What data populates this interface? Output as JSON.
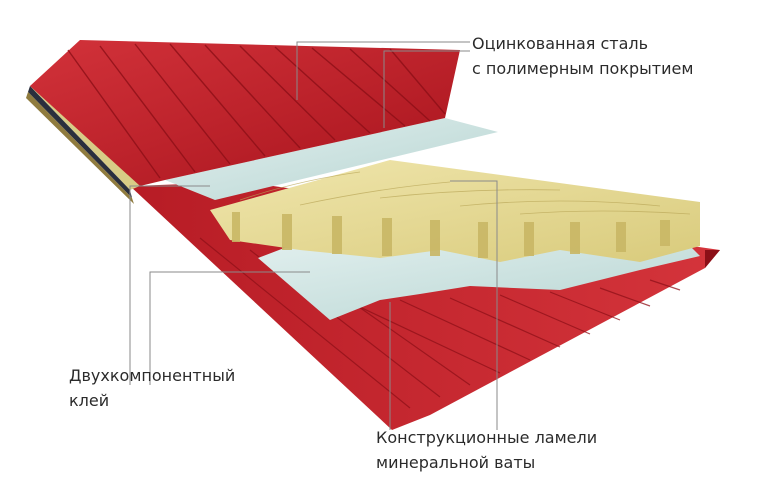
{
  "labels": {
    "steel": {
      "line1": "Оцинкованная сталь",
      "line2": "с полимерным покрытием"
    },
    "glue": {
      "line1": "Двухкомпонентный",
      "line2": "клей"
    },
    "wool": {
      "line1": "Конструкционные ламели",
      "line2": "минеральной ваты"
    }
  },
  "colors": {
    "steel_red": "#c3222b",
    "glue_light_blue": "#cfe5e3",
    "mineral_wool_yellow": "#e7dc9b",
    "leader_line": "#8a8a8a"
  }
}
